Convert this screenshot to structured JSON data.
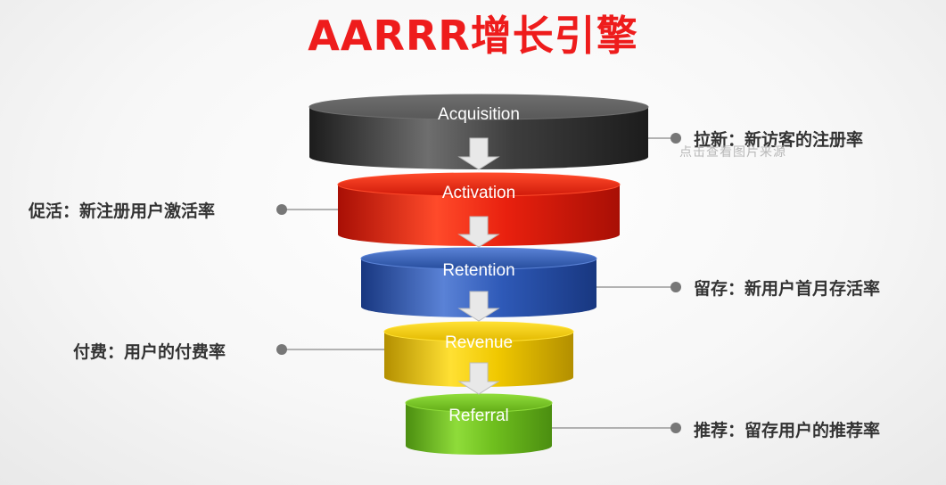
{
  "title": "AARRR增长引擎",
  "colors": {
    "title": "#ee1c1c",
    "connector": "#9a9a9a",
    "dot": "#777777",
    "text": "#333333"
  },
  "watermark": "点击查看图片来源",
  "levels": [
    {
      "label": "Acquisition",
      "desc": "拉新：新访客的注册率",
      "side": "right",
      "base": "#3d3d3d",
      "light": "#6e6e6e",
      "dark": "#1c1c1c",
      "top": "#585858"
    },
    {
      "label": "Activation",
      "desc": "促活：新注册用户激活率",
      "side": "left",
      "base": "#e8200e",
      "light": "#ff4a2a",
      "dark": "#a80f05",
      "top": "#cf1a0a"
    },
    {
      "label": "Retention",
      "desc": "留存：新用户首月存活率",
      "side": "right",
      "base": "#2e59b7",
      "light": "#5a82d6",
      "dark": "#183780",
      "top": "#264d9d"
    },
    {
      "label": "Revenue",
      "desc": "付费：用户的付费率",
      "side": "left",
      "base": "#f0c800",
      "light": "#ffe033",
      "dark": "#b38f00",
      "top": "#e3b900"
    },
    {
      "label": "Referral",
      "desc": "推荐：留存用户的推荐率",
      "side": "right",
      "base": "#6fbf1e",
      "light": "#8fdc3a",
      "dark": "#4b8e10",
      "top": "#63ad18"
    }
  ]
}
